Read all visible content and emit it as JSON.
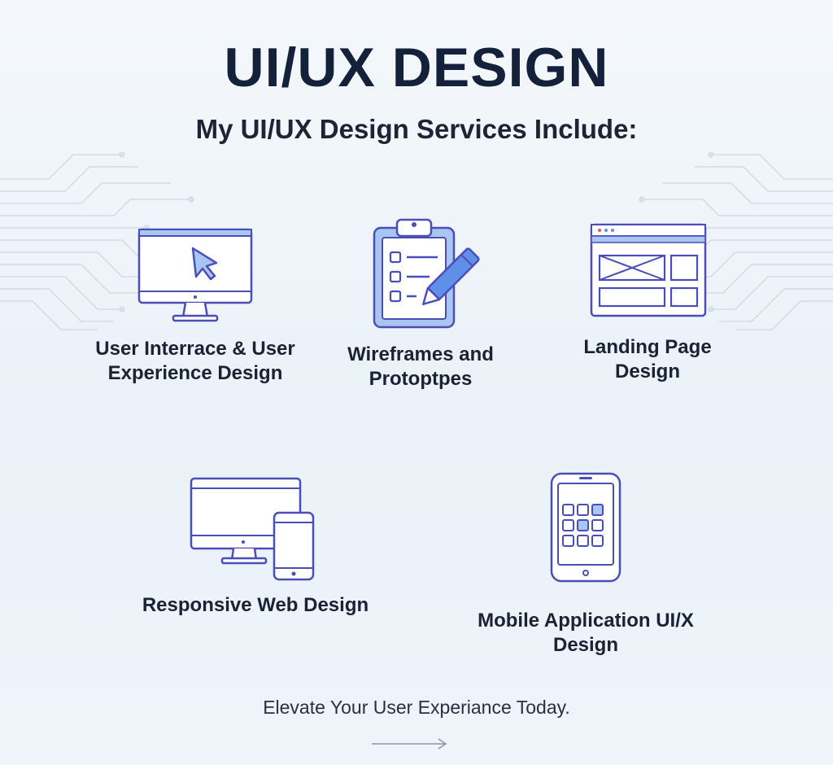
{
  "header": {
    "title": "UI/UX DESIGN",
    "subtitle": "My UI/UX Design Services Include:"
  },
  "services": [
    {
      "icon": "monitor-cursor-icon",
      "label_line1": "User Interrace & User",
      "label_line2": "Experience Design"
    },
    {
      "icon": "clipboard-pencil-icon",
      "label_line1": "Wireframes and",
      "label_line2": "Protoptpes"
    },
    {
      "icon": "browser-layout-icon",
      "label_line1": "Landing Page",
      "label_line2": "Design"
    },
    {
      "icon": "monitor-phone-icon",
      "label_line1": "Responsive Web Design",
      "label_line2": ""
    },
    {
      "icon": "tablet-app-grid-icon",
      "label_line1": "Mobile Application UI/X",
      "label_line2": "Design"
    }
  ],
  "footer": {
    "tagline": "Elevate Your User Experiance Today.",
    "arrow_icon": "arrow-right-icon"
  },
  "colors": {
    "background": "#eef4fa",
    "icon_stroke": "#4a4fb8",
    "icon_fill": "#a9c6f2",
    "icon_accent": "#5f8fe8",
    "text": "#1b2233",
    "circuit": "#cfd9e5"
  }
}
